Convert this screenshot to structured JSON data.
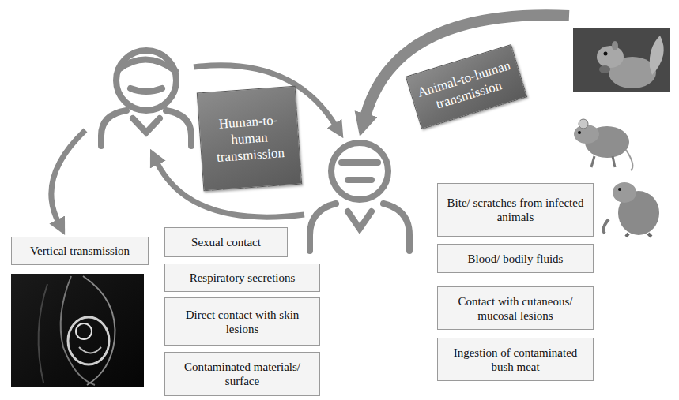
{
  "diagram": {
    "nodes": [
      {
        "text": [
          "Human-to-human transmission"
        ]
      },
      {
        "text": [
          "Animal-to-human transmission"
        ]
      },
      {
        "text": [
          "Vertical transmission"
        ]
      },
      {
        "text": [
          "Sexual contact"
        ]
      },
      {
        "text": [
          "Respiratory secretions"
        ]
      },
      {
        "text": [
          "Direct contact with skin lesions"
        ]
      },
      {
        "text": [
          "Contaminated materials/ surface"
        ]
      },
      {
        "text": [
          "Bite/ scratches from infected animals"
        ]
      },
      {
        "text": [
          "Blood/ bodily fluids"
        ]
      },
      {
        "text": [
          "Contact with cutaneous/ mucosal lesions"
        ]
      },
      {
        "text": [
          "Ingestion of contaminated bush meat"
        ]
      }
    ]
  }
}
